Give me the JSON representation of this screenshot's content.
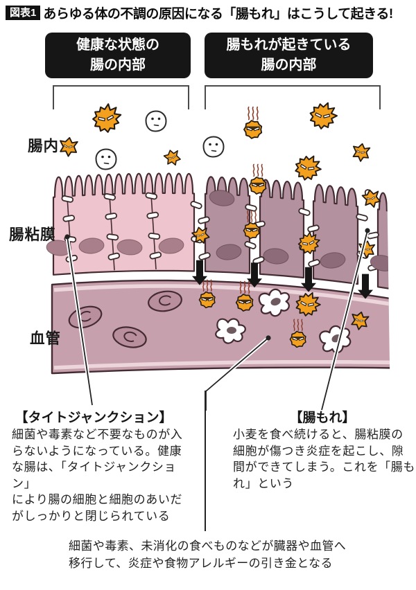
{
  "figure": {
    "badge": "図表1",
    "title": "あらゆる体の不調の原因になる「腸もれ」はこうして起きる!"
  },
  "panels": {
    "healthy": {
      "line1": "健康な状態の",
      "line2": "腸の内部"
    },
    "leaky": {
      "line1": "腸もれが起きている",
      "line2": "腸の内部"
    }
  },
  "diagram": {
    "labels": {
      "lumen": "腸内",
      "mucosa": "腸粘膜",
      "vessel": "血管"
    },
    "icons": {
      "toxin": "spiky-toxin-icon",
      "bacteria": "stinky-bacteria-icon",
      "particle": "food-particle-icon",
      "immune_cell": "immune-cell-icon",
      "red_blood_cell": "red-blood-cell-icon",
      "tight_junction": "tight-junction-bead-icon",
      "leak_arrow": "leak-arrow-icon"
    },
    "colors": {
      "healthy_cell": "#eec4ce",
      "damaged_cell": "#b3919f",
      "vessel": "#c7a0ad",
      "vessel_stripe": "#ecd5db",
      "nucleus_healthy": "#a97f8b",
      "nucleus_damaged": "#8d6b78",
      "rbc": "#b98f9d",
      "outline": "#432b31",
      "toxin_orange": "#f2a01e",
      "creature_line": "#231a12",
      "stink_line": "#8a3c28",
      "arrow_black": "#151515",
      "bracket_gray": "#4a4a4a",
      "star_nucleus": "#6e5a5e"
    }
  },
  "annotations": {
    "tight_junction": {
      "title": "【タイトジャンクション】",
      "body": "細菌や毒素など不要なものが入\nらないようになっている。健康\nな腸は、「タイトジャンクション」\nにより腸の細胞と細胞のあいだ\nがしっかりと閉じられている"
    },
    "leaky_gut": {
      "title": "【腸もれ】",
      "body": "小麦を食べ続けると、腸粘膜の\n細胞が傷つき炎症を起こし、隙\n間ができてしまう。これを「腸も\nれ」という"
    },
    "bottom_note": "細菌や毒素、未消化の食べものなどが臓器や血管へ\n移行して、炎症や食物アレルギーの引き金となる"
  }
}
